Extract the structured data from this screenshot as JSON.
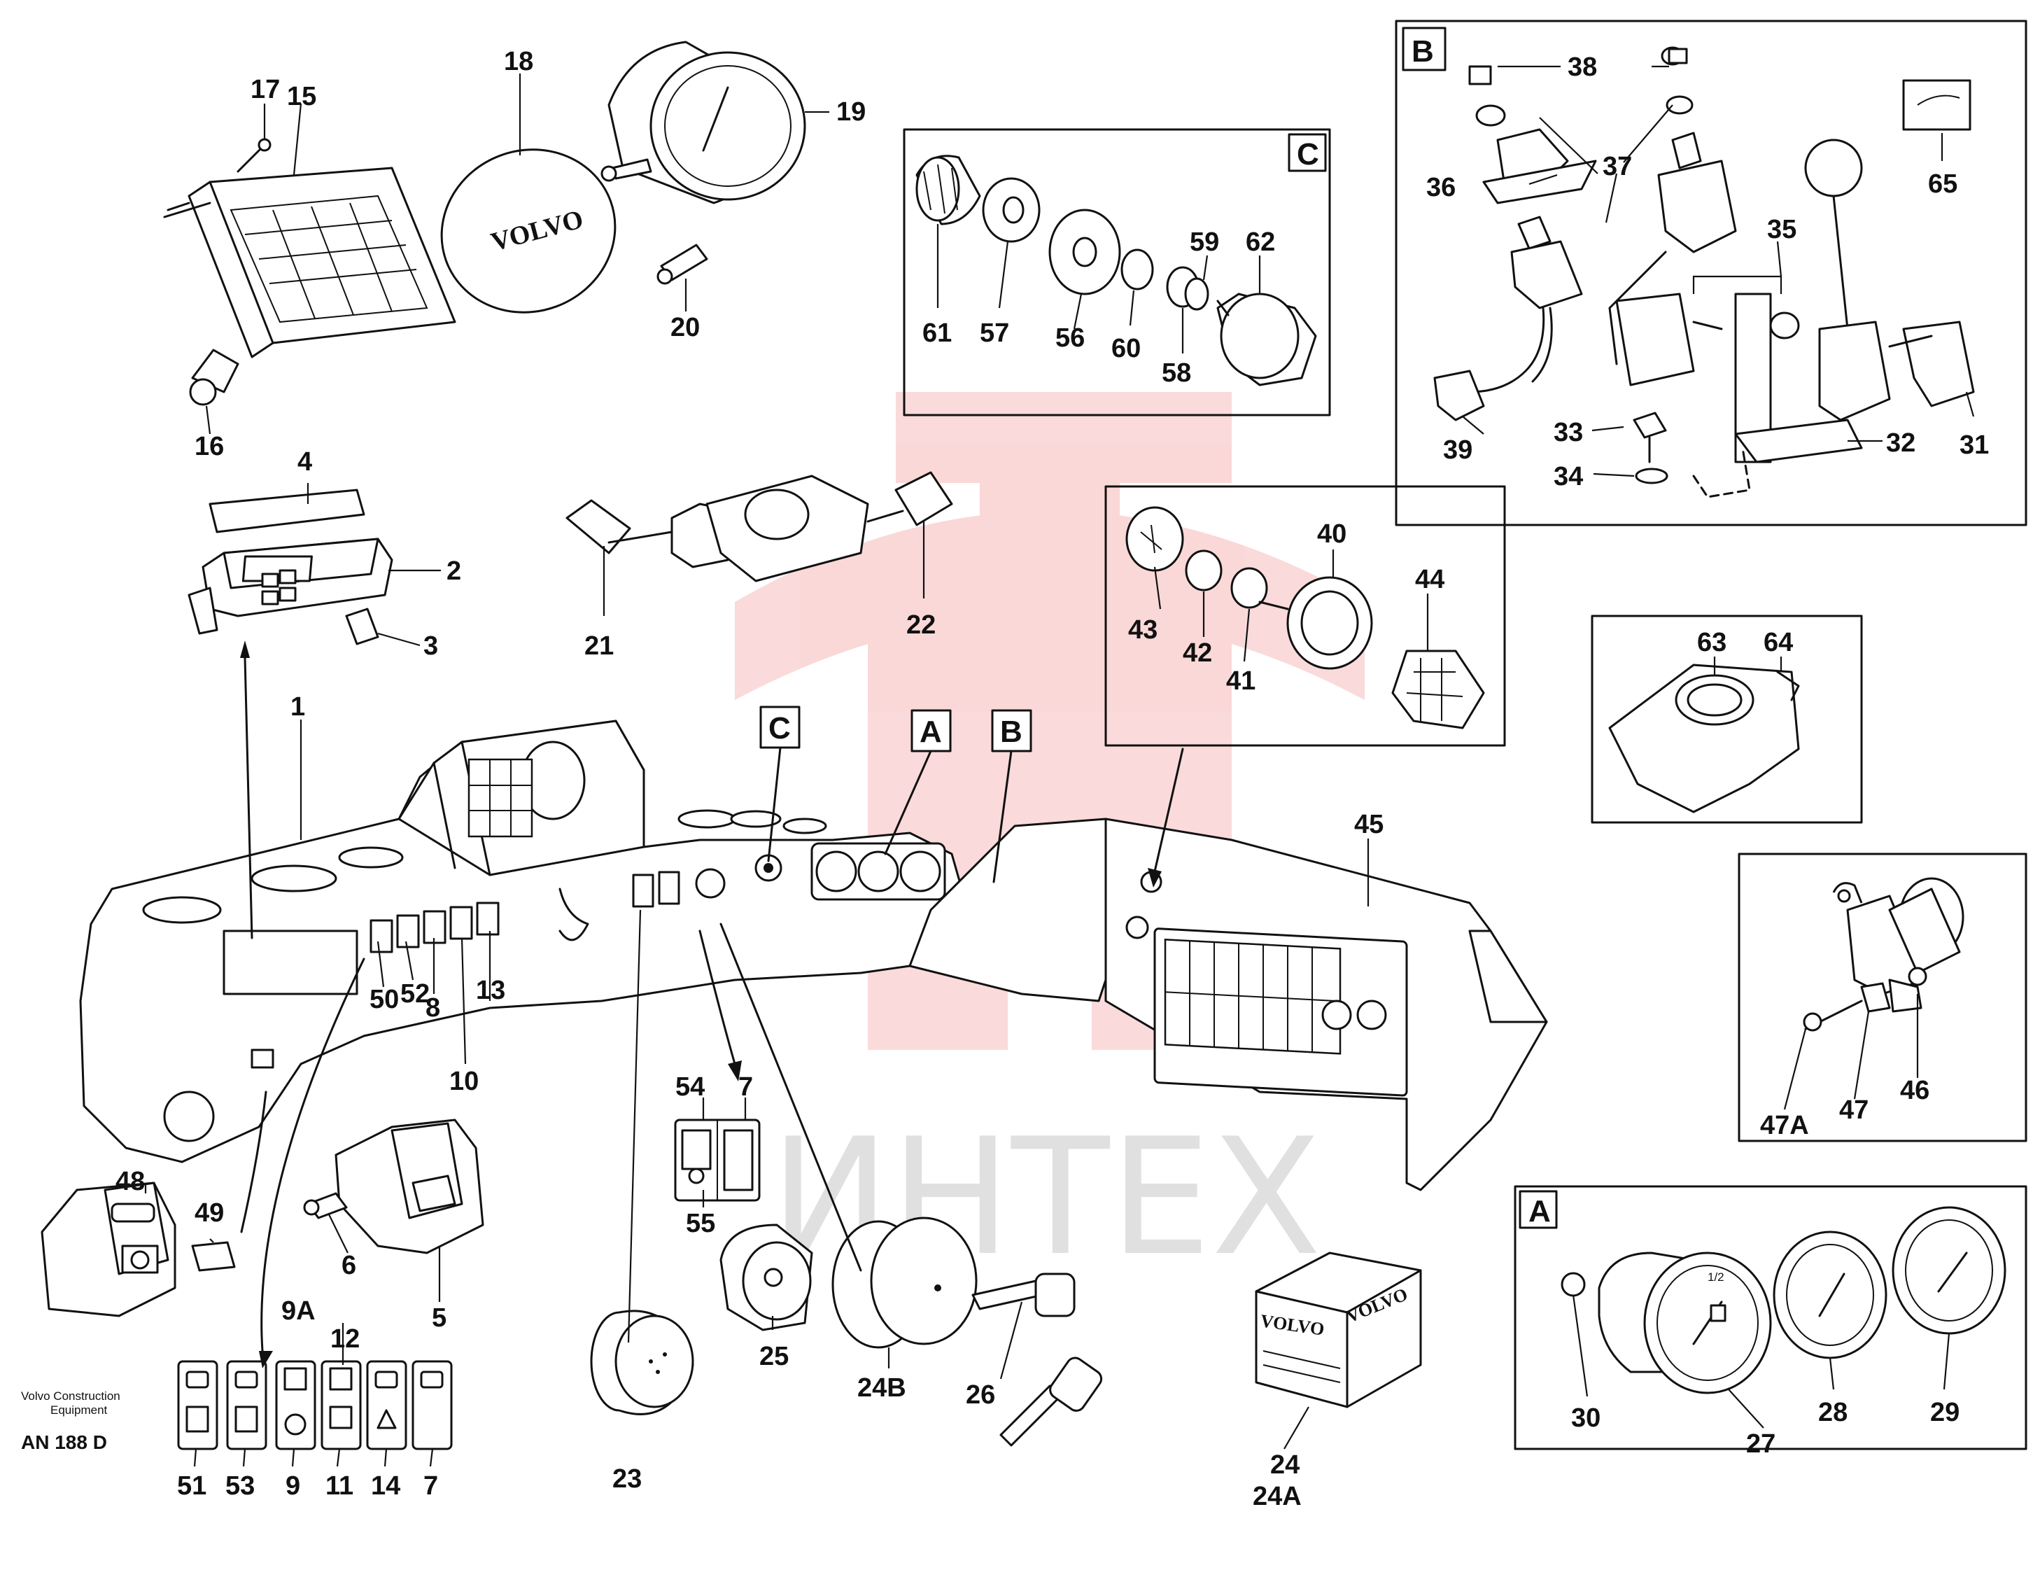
{
  "callouts": {
    "n1": "1",
    "n2": "2",
    "n3": "3",
    "n4": "4",
    "n5": "5",
    "n6": "6",
    "n7": "7",
    "n8": "8",
    "n9": "9",
    "n9A": "9A",
    "n10": "10",
    "n11": "11",
    "n12": "12",
    "n13": "13",
    "n14": "14",
    "n15": "15",
    "n16": "16",
    "n17": "17",
    "n18": "18",
    "n19": "19",
    "n20": "20",
    "n21": "21",
    "n22": "22",
    "n23": "23",
    "n24": "24",
    "n24A": "24A",
    "n24B": "24B",
    "n25": "25",
    "n26": "26",
    "n27": "27",
    "n28": "28",
    "n29": "29",
    "n30": "30",
    "n31": "31",
    "n32": "32",
    "n33": "33",
    "n34": "34",
    "n35": "35",
    "n36": "36",
    "n37": "37",
    "n38": "38",
    "n39": "39",
    "n40": "40",
    "n41": "41",
    "n42": "42",
    "n43": "43",
    "n44": "44",
    "n45": "45",
    "n46": "46",
    "n47": "47",
    "n47A": "47A",
    "n50": "50",
    "n51": "51",
    "n52": "52",
    "n53": "53",
    "n54": "54",
    "n55": "55",
    "n56": "56",
    "n57": "57",
    "n58": "58",
    "n59": "59",
    "n60": "60",
    "n61": "61",
    "n62": "62",
    "n63": "63",
    "n64": "64",
    "n65": "65",
    "n7b": "7",
    "n48": "48",
    "n49": "49"
  },
  "detail_boxes": {
    "a": "A",
    "b": "B",
    "c": "C"
  },
  "section_tags": {
    "a": "A",
    "b": "B",
    "c": "C"
  },
  "brand": {
    "cover": "VOLVO",
    "pack_left": "VOLVO",
    "pack_right": "VOLVO"
  },
  "gauge_scale": "1/2",
  "footer": {
    "company_line1": "Volvo Construction",
    "company_line2": "Equipment",
    "code": "AN 188 D"
  },
  "watermark": "ИНТЕХ",
  "colors": {
    "line": "#111111",
    "background": "#ffffff",
    "watermark_red": "#e53030",
    "watermark_grey": "#c8c8c8"
  }
}
